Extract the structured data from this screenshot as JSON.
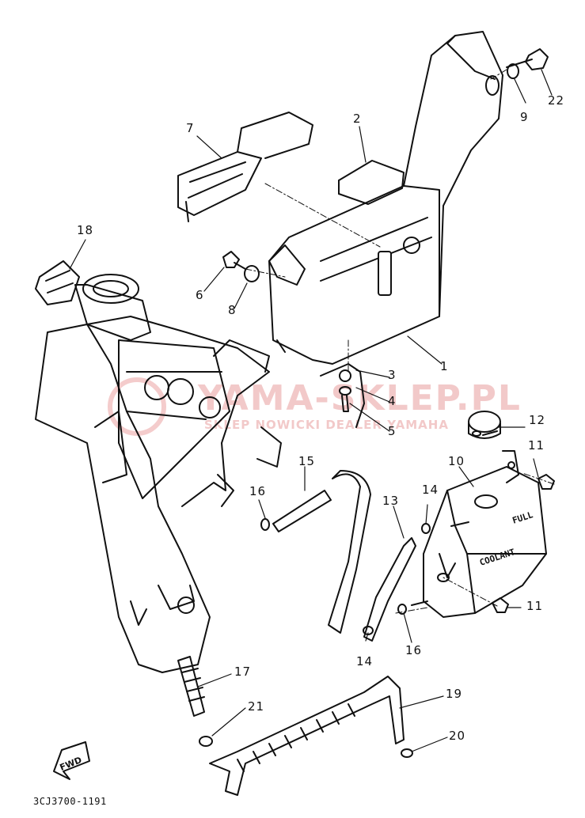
{
  "watermark": {
    "main_text": "YAMA-SKLEP.PL",
    "sub_text": "SKLEP NOWICKI DEALER YAMAHA"
  },
  "drawing_code": "3CJ3700-1191",
  "tank_labels": {
    "full": "FULL",
    "coolant": "COOLANT"
  },
  "fwd_label": "FWD",
  "callouts": [
    {
      "id": "1",
      "label": "1"
    },
    {
      "id": "2",
      "label": "2"
    },
    {
      "id": "3",
      "label": "3"
    },
    {
      "id": "4",
      "label": "4"
    },
    {
      "id": "5",
      "label": "5"
    },
    {
      "id": "6",
      "label": "6"
    },
    {
      "id": "7",
      "label": "7"
    },
    {
      "id": "8",
      "label": "8"
    },
    {
      "id": "9",
      "label": "9"
    },
    {
      "id": "10",
      "label": "10"
    },
    {
      "id": "11a",
      "label": "11"
    },
    {
      "id": "11b",
      "label": "11"
    },
    {
      "id": "12",
      "label": "12"
    },
    {
      "id": "13",
      "label": "13"
    },
    {
      "id": "14a",
      "label": "14"
    },
    {
      "id": "14b",
      "label": "14"
    },
    {
      "id": "15",
      "label": "15"
    },
    {
      "id": "16a",
      "label": "16"
    },
    {
      "id": "16b",
      "label": "16"
    },
    {
      "id": "17",
      "label": "17"
    },
    {
      "id": "18",
      "label": "18"
    },
    {
      "id": "19",
      "label": "19"
    },
    {
      "id": "20",
      "label": "20"
    },
    {
      "id": "21",
      "label": "21"
    },
    {
      "id": "22",
      "label": "22"
    }
  ]
}
